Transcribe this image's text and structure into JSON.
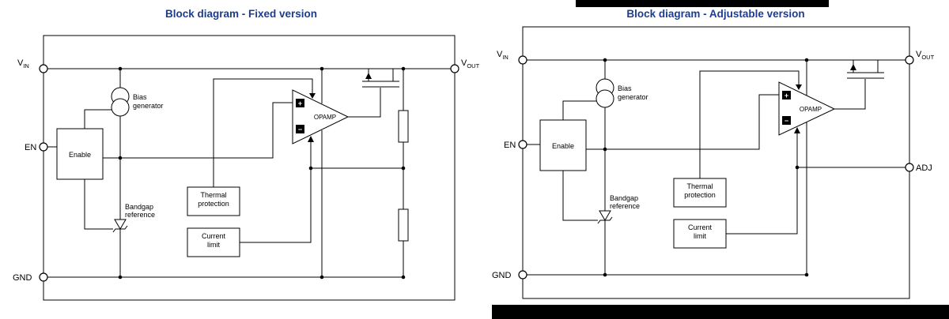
{
  "colors": {
    "title": "#1b3c8f",
    "line": "#000000",
    "artifact": "#000000"
  },
  "fixed": {
    "title": "Block diagram - Fixed version",
    "pins": {
      "vin_main": "V",
      "vin_sub": "IN",
      "vout_main": "V",
      "vout_sub": "OUT",
      "en": "EN",
      "gnd": "GND"
    },
    "labels": {
      "bias_1": "Bias",
      "bias_2": "generator",
      "enable": "Enable",
      "bandgap_1": "Bandgap",
      "bandgap_2": "reference",
      "thermal_1": "Thermal",
      "thermal_2": "protection",
      "current_1": "Current",
      "current_2": "limit",
      "opamp": "OPAMP",
      "plus": "+",
      "minus": "−"
    }
  },
  "adjustable": {
    "title": "Block diagram - Adjustable version",
    "pins": {
      "vin_main": "V",
      "vin_sub": "IN",
      "vout_main": "V",
      "vout_sub": "OUT",
      "en": "EN",
      "gnd": "GND",
      "adj": "ADJ"
    },
    "labels": {
      "bias_1": "Bias",
      "bias_2": "generator",
      "enable": "Enable",
      "bandgap_1": "Bandgap",
      "bandgap_2": "reference",
      "thermal_1": "Thermal",
      "thermal_2": "protection",
      "current_1": "Current",
      "current_2": "limit",
      "opamp": "OPAMP",
      "plus": "+",
      "minus": "−"
    }
  }
}
